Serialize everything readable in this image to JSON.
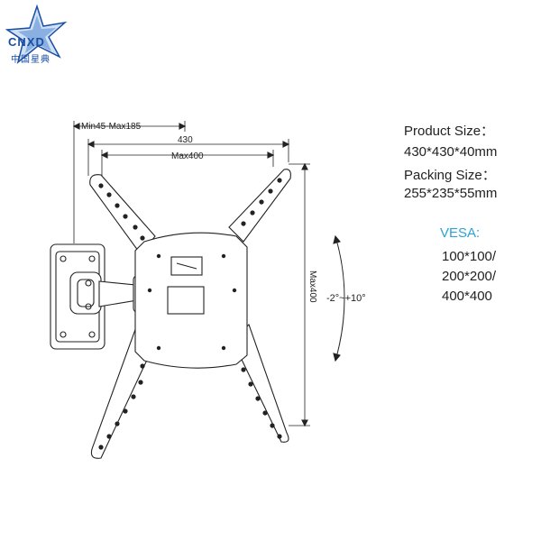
{
  "logo": {
    "brand": "CNXD",
    "subtitle": "中国星典"
  },
  "specs": {
    "product_size_label": "Product Size：",
    "product_size_value": "430*430*40mm",
    "packing_size_label": "Packing Size：",
    "packing_size_value": "255*235*55mm"
  },
  "vesa": {
    "title": "VESA:",
    "items": [
      "100*100/",
      "200*200/",
      "400*400"
    ]
  },
  "dimensions": {
    "arm_extension": "Min45-Max185",
    "width": "430",
    "max_horizontal": "Max400",
    "max_vertical": "Max400",
    "tilt": "-2°~+10°"
  },
  "colors": {
    "brand": "#1a4fa3",
    "vesa_title": "#2aa3d8"
  }
}
